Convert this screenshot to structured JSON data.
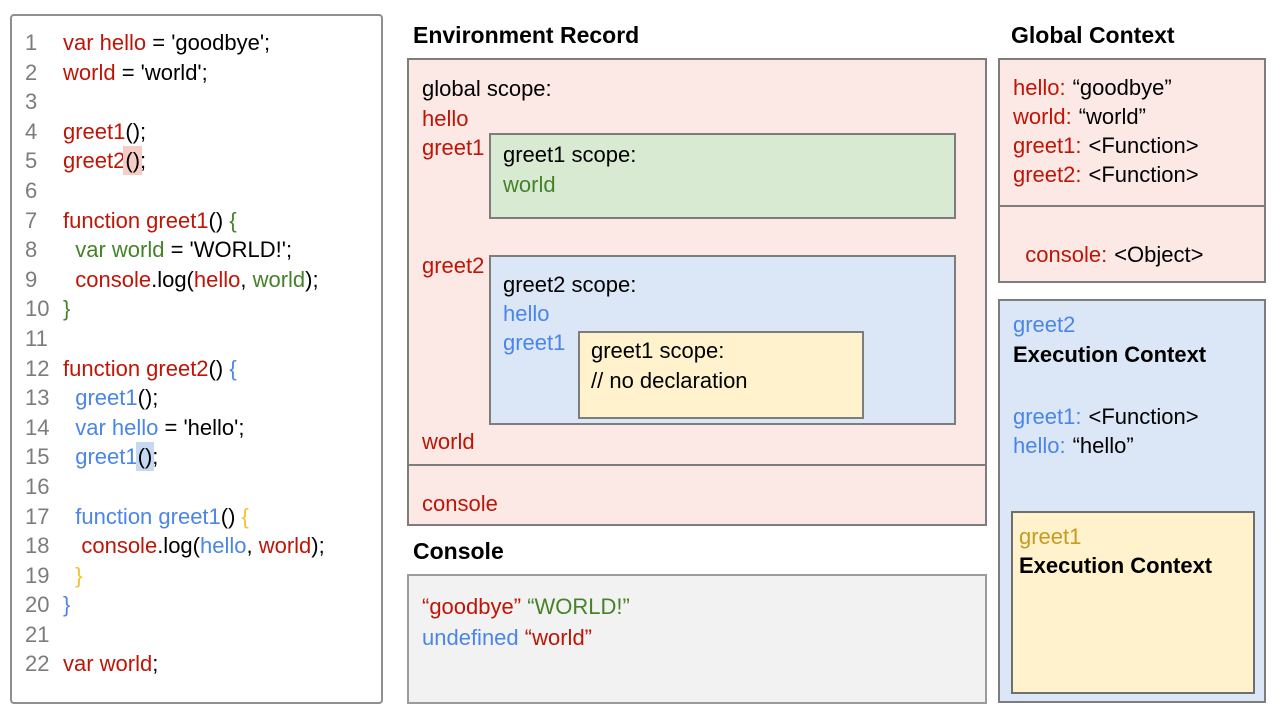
{
  "palette": {
    "syntax_red": "#bf1507",
    "syntax_green": "#45822a",
    "syntax_blue": "#4a86e8",
    "syntax_gold": "#f1c232",
    "dark_gold": "#c79b1f",
    "pink_bg": "#fce9e6",
    "green_bg": "#d9ead3",
    "blue_bg": "#dbe6f6",
    "yellow_bg": "#fff2cc",
    "gray_bg": "#f2f2f2",
    "highlight_pink": "#f6ccc6",
    "highlight_blue": "#c7d9f1",
    "line_number_gray": "#7c7c7c"
  },
  "code_panel": {
    "lines": [
      {
        "n": "1",
        "tokens": [
          {
            "t": "var hello",
            "c": "red"
          },
          {
            "t": " = 'goodbye';",
            "c": "black"
          }
        ]
      },
      {
        "n": "2",
        "tokens": [
          {
            "t": "world",
            "c": "red"
          },
          {
            "t": " = 'world';",
            "c": "black"
          }
        ]
      },
      {
        "n": "3",
        "tokens": []
      },
      {
        "n": "4",
        "tokens": [
          {
            "t": "greet1",
            "c": "red"
          },
          {
            "t": "();",
            "c": "black"
          }
        ]
      },
      {
        "n": "5",
        "tokens": [
          {
            "t": "greet2",
            "c": "red"
          },
          {
            "t": "()",
            "c": "black",
            "hl": "pink"
          },
          {
            "t": ";",
            "c": "black"
          }
        ]
      },
      {
        "n": "6",
        "tokens": []
      },
      {
        "n": "7",
        "tokens": [
          {
            "t": "function greet1",
            "c": "red"
          },
          {
            "t": "() ",
            "c": "black"
          },
          {
            "t": "{",
            "c": "green"
          }
        ]
      },
      {
        "n": "8",
        "tokens": [
          {
            "t": "  ",
            "c": "black"
          },
          {
            "t": "var world",
            "c": "green"
          },
          {
            "t": " = 'WORLD!';",
            "c": "black"
          }
        ]
      },
      {
        "n": "9",
        "tokens": [
          {
            "t": "  ",
            "c": "black"
          },
          {
            "t": "console",
            "c": "red"
          },
          {
            "t": ".log(",
            "c": "black"
          },
          {
            "t": "hello",
            "c": "red"
          },
          {
            "t": ", ",
            "c": "black"
          },
          {
            "t": "world",
            "c": "green"
          },
          {
            "t": ");",
            "c": "black"
          }
        ]
      },
      {
        "n": "10",
        "tokens": [
          {
            "t": "}",
            "c": "green"
          }
        ]
      },
      {
        "n": "11",
        "tokens": []
      },
      {
        "n": "12",
        "tokens": [
          {
            "t": "function greet2",
            "c": "red"
          },
          {
            "t": "() ",
            "c": "black"
          },
          {
            "t": "{",
            "c": "blue"
          }
        ]
      },
      {
        "n": "13",
        "tokens": [
          {
            "t": "  ",
            "c": "black"
          },
          {
            "t": "greet1",
            "c": "blue"
          },
          {
            "t": "();",
            "c": "black"
          }
        ]
      },
      {
        "n": "14",
        "tokens": [
          {
            "t": "  ",
            "c": "black"
          },
          {
            "t": "var hello",
            "c": "blue"
          },
          {
            "t": " = 'hello';",
            "c": "black"
          }
        ]
      },
      {
        "n": "15",
        "tokens": [
          {
            "t": "  ",
            "c": "black"
          },
          {
            "t": "greet1",
            "c": "blue"
          },
          {
            "t": "()",
            "c": "black",
            "hl": "blue"
          },
          {
            "t": ";",
            "c": "black"
          }
        ]
      },
      {
        "n": "16",
        "tokens": []
      },
      {
        "n": "17",
        "tokens": [
          {
            "t": "  ",
            "c": "black"
          },
          {
            "t": "function greet1",
            "c": "blue"
          },
          {
            "t": "() ",
            "c": "black"
          },
          {
            "t": "{",
            "c": "gold"
          }
        ]
      },
      {
        "n": "18",
        "tokens": [
          {
            "t": "   ",
            "c": "black"
          },
          {
            "t": "console",
            "c": "red"
          },
          {
            "t": ".log(",
            "c": "black"
          },
          {
            "t": "hello",
            "c": "blue"
          },
          {
            "t": ", ",
            "c": "black"
          },
          {
            "t": "world",
            "c": "red"
          },
          {
            "t": ");",
            "c": "black"
          }
        ]
      },
      {
        "n": "19",
        "tokens": [
          {
            "t": "  ",
            "c": "black"
          },
          {
            "t": "}",
            "c": "gold"
          }
        ]
      },
      {
        "n": "20",
        "tokens": [
          {
            "t": "}",
            "c": "blue"
          }
        ]
      },
      {
        "n": "21",
        "tokens": []
      },
      {
        "n": "22",
        "tokens": [
          {
            "t": "var world",
            "c": "red"
          },
          {
            "t": ";",
            "c": "black"
          }
        ]
      }
    ]
  },
  "environment_record": {
    "title": "Environment Record",
    "global_scope_label": "global scope:",
    "vars": {
      "hello": "hello",
      "greet1": "greet1",
      "greet2": "greet2",
      "world": "world",
      "console": "console"
    },
    "greet1_scope": {
      "label": "greet1 scope:",
      "var_world": "world"
    },
    "greet2_scope": {
      "label": "greet2 scope:",
      "var_hello": "hello",
      "var_greet1": "greet1"
    },
    "nested_greet1_scope": {
      "label": "greet1 scope:",
      "comment": "// no declaration"
    }
  },
  "console_panel": {
    "title": "Console",
    "lines": [
      [
        {
          "t": "“goodbye”",
          "c": "red"
        },
        {
          "t": " ",
          "c": "black"
        },
        {
          "t": "“WORLD!”",
          "c": "green"
        }
      ],
      [
        {
          "t": "undefined",
          "c": "blue"
        },
        {
          "t": " ",
          "c": "black"
        },
        {
          "t": "“world”",
          "c": "red"
        }
      ]
    ]
  },
  "global_context": {
    "title": "Global Context",
    "entries": [
      {
        "name": "hello:",
        "value": "“goodbye”"
      },
      {
        "name": "world:",
        "value": "“world”"
      },
      {
        "name": "greet1:",
        "value": "<Function>"
      },
      {
        "name": "greet2:",
        "value": "<Function>"
      }
    ],
    "console_entry": {
      "name": "console:",
      "value": "<Object>"
    }
  },
  "greet2_execution_context": {
    "name": "greet2",
    "title": "Execution Context",
    "entries": [
      {
        "name": "greet1:",
        "value": "<Function>"
      },
      {
        "name": "hello:",
        "value": "“hello”"
      }
    ],
    "nested": {
      "name": "greet1",
      "title": "Execution Context"
    }
  }
}
